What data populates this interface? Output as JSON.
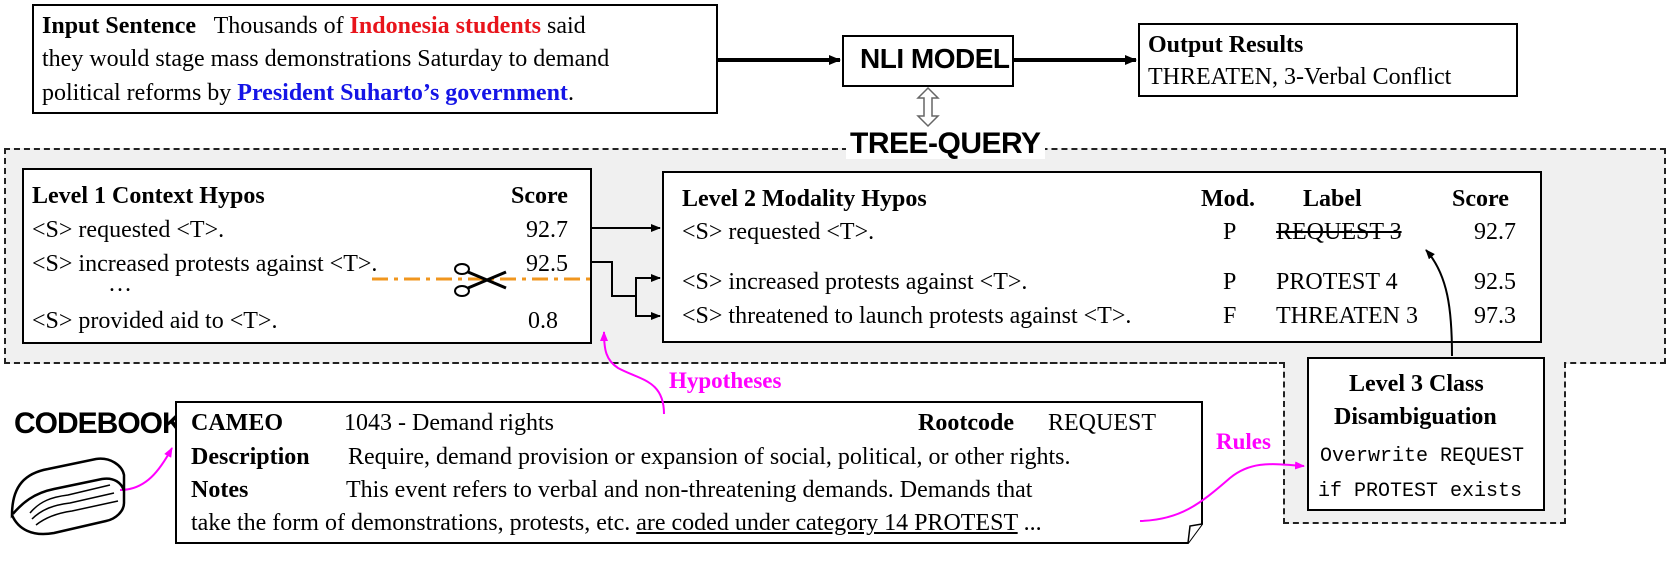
{
  "input": {
    "label": "Input Sentence",
    "part1": "Thousands of",
    "actor": "Indonesia students",
    "part2": "said",
    "line2": "they would stage mass demonstrations Saturday to demand",
    "part3": "political reforms by",
    "target": "President Suharto’s government",
    "part4": "."
  },
  "nli": {
    "label": "NLI MODEL"
  },
  "output": {
    "title": "Output Results",
    "value": "THREATEN,  3-Verbal Conflict"
  },
  "tree_query": {
    "label": "TREE-QUERY"
  },
  "level1": {
    "title": "Level 1  Context Hypos",
    "score_header": "Score",
    "rows": [
      {
        "text": "<S> requested <T>.",
        "score": "92.7"
      },
      {
        "text": "<S> increased protests against <T>.",
        "score": "92.5"
      },
      {
        "text": "…",
        "score": ""
      },
      {
        "text": "<S> provided aid to <T>.",
        "score": "0.8"
      }
    ]
  },
  "level2": {
    "title": "Level 2  Modality Hypos",
    "mod_header": "Mod.",
    "label_header": "Label",
    "score_header": "Score",
    "rows": [
      {
        "text": "<S> requested <T>.",
        "mod": "P",
        "label": "REQUEST 3",
        "score": "92.7",
        "struck": true
      },
      {
        "text": "<S> increased protests  against <T>.",
        "mod": "P",
        "label": "PROTEST 4",
        "score": "92.5",
        "struck": false
      },
      {
        "text": "<S> threatened to launch protests against <T>.",
        "mod": "F",
        "label": "THREATEN 3",
        "score": "97.3",
        "struck": false
      }
    ]
  },
  "level3": {
    "title_line1": "Level 3 Class",
    "title_line2": "Disambiguation",
    "rule_line1": "Overwrite REQUEST",
    "rule_line2": "if PROTEST exists"
  },
  "codebook": {
    "label": "CODEBOOK",
    "cameo_label": "CAMEO",
    "cameo_value": "1043 - Demand rights",
    "rootcode_label": "Rootcode",
    "rootcode_value": "REQUEST",
    "description_label": "Description",
    "description_value": "Require, demand provision or expansion of social, political, or other rights.",
    "notes_label": "Notes",
    "notes_value": "This event refers to verbal and non-threatening demands.  Demands that",
    "notes_line2_a": "take the form of demonstrations, protests, etc.",
    "notes_line2_b": "are coded under category 14 PROTEST",
    "notes_line2_c": "..."
  },
  "annotations": {
    "hypotheses": "Hypotheses",
    "rules": "Rules"
  },
  "colors": {
    "actor": "#e8141b",
    "target": "#1414e6",
    "annotation": "#ff00ff",
    "cut_line": "#f0961e",
    "tree_query_bg": "#f0f0f0"
  },
  "icons": {
    "scissors": "scissors-icon",
    "book": "book-icon"
  }
}
